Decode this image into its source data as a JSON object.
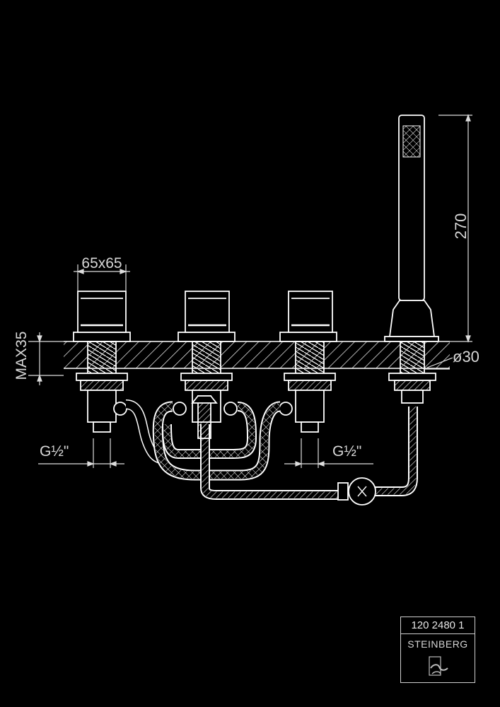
{
  "dimensions": {
    "handle_size": "65x65",
    "max_depth": "MAX35",
    "shower_height": "270",
    "diameter": "ø30",
    "thread_left": "G½\"",
    "thread_right": "G½\""
  },
  "title_block": {
    "code": "120 2480 1",
    "brand": "STEINBERG",
    "logo_icon": "steinberg-logo-icon"
  },
  "colors": {
    "background": "#000000",
    "lines": "#ffffff",
    "text": "#d8d8d8"
  }
}
